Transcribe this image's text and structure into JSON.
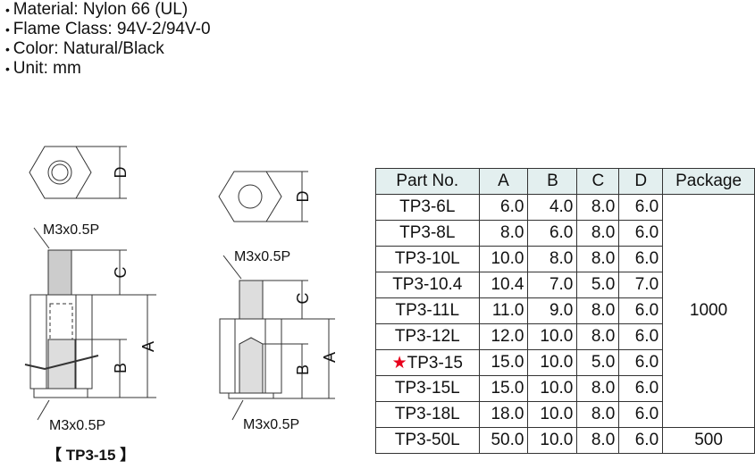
{
  "specs": [
    "Material: Nylon 66 (UL)",
    "Flame Class: 94V-2/94V-0",
    "Color: Natural/Black",
    "Unit: mm"
  ],
  "drawing": {
    "thread_label": "M3x0.5P",
    "dim_a": "A",
    "dim_b": "B",
    "dim_c": "C",
    "dim_d": "D",
    "caption": "【 TP3-15 】"
  },
  "table": {
    "headers": [
      "Part No.",
      "A",
      "B",
      "C",
      "D",
      "Package"
    ],
    "rows": [
      [
        "TP3-6L",
        "6.0",
        "4.0",
        "8.0",
        "6.0"
      ],
      [
        "TP3-8L",
        "8.0",
        "6.0",
        "8.0",
        "6.0"
      ],
      [
        "TP3-10L",
        "10.0",
        "8.0",
        "8.0",
        "6.0"
      ],
      [
        "TP3-10.4",
        "10.4",
        "7.0",
        "5.0",
        "7.0"
      ],
      [
        "TP3-11L",
        "11.0",
        "9.0",
        "8.0",
        "6.0"
      ],
      [
        "TP3-12L",
        "12.0",
        "10.0",
        "8.0",
        "6.0"
      ],
      [
        "TP3-15",
        "15.0",
        "10.0",
        "5.0",
        "6.0"
      ],
      [
        "TP3-15L",
        "15.0",
        "10.0",
        "8.0",
        "6.0"
      ],
      [
        "TP3-18L",
        "18.0",
        "10.0",
        "8.0",
        "6.0"
      ],
      [
        "TP3-50L",
        "50.0",
        "10.0",
        "8.0",
        "6.0"
      ]
    ],
    "package": [
      "1000",
      "500"
    ],
    "star": "★",
    "star_color": "#e8001c"
  }
}
